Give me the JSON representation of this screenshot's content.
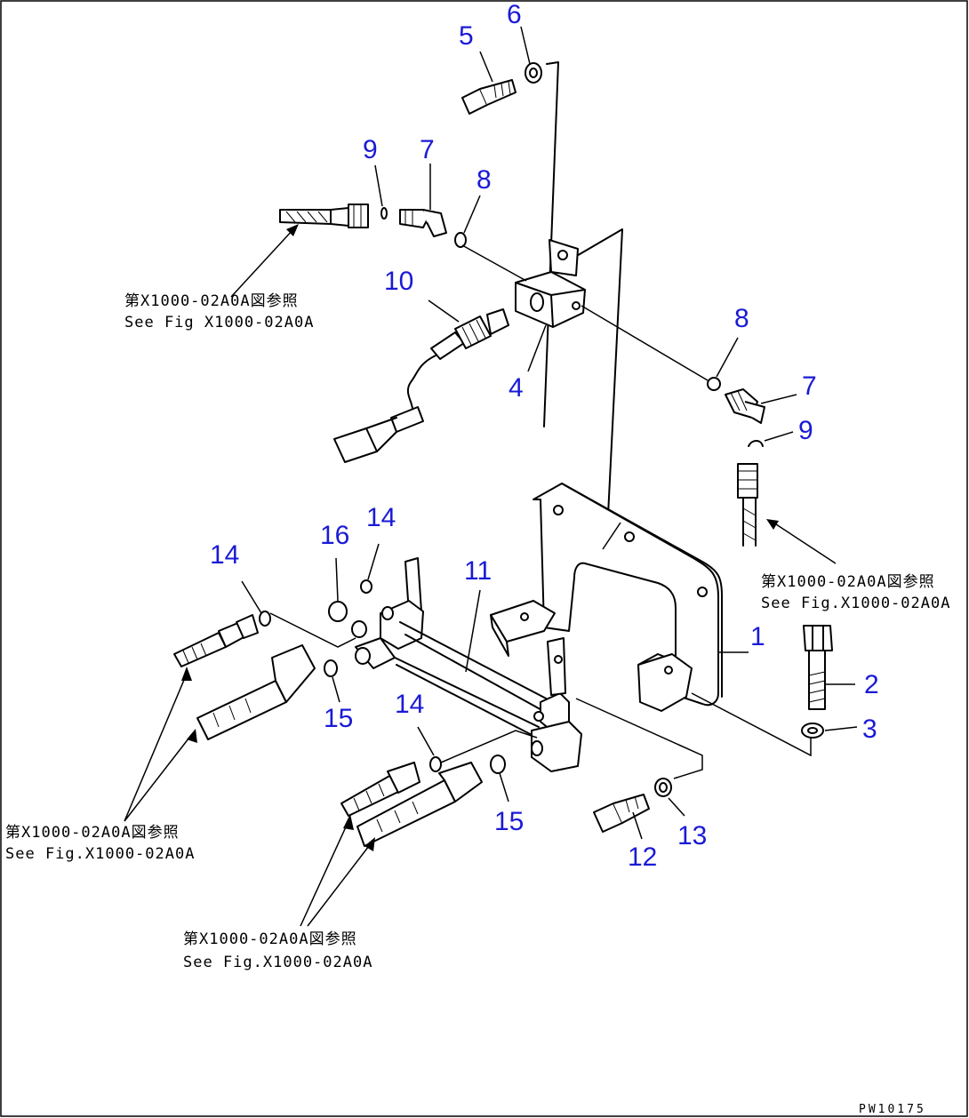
{
  "drawing_code": "PW10175",
  "callouts": {
    "c1": "1",
    "c2": "2",
    "c3": "3",
    "c4": "4",
    "c5": "5",
    "c6": "6",
    "c7a": "7",
    "c7b": "7",
    "c8a": "8",
    "c8b": "8",
    "c9a": "9",
    "c9b": "9",
    "c10": "10",
    "c11": "11",
    "c12": "12",
    "c13": "13",
    "c14a": "14",
    "c14b": "14",
    "c14c": "14",
    "c15a": "15",
    "c15b": "15",
    "c16": "16"
  },
  "references": {
    "top_left_jp": "第X1000-02A0A図参照",
    "top_left_en": "See Fig X1000-02A0A",
    "right_jp": "第X1000-02A0A図参照",
    "right_en": "See Fig.X1000-02A0A",
    "left_jp": "第X1000-02A0A図参照",
    "left_en": "See Fig.X1000-02A0A",
    "bottom_jp": "第X1000-02A0A図参照",
    "bottom_en": "See Fig.X1000-02A0A"
  }
}
